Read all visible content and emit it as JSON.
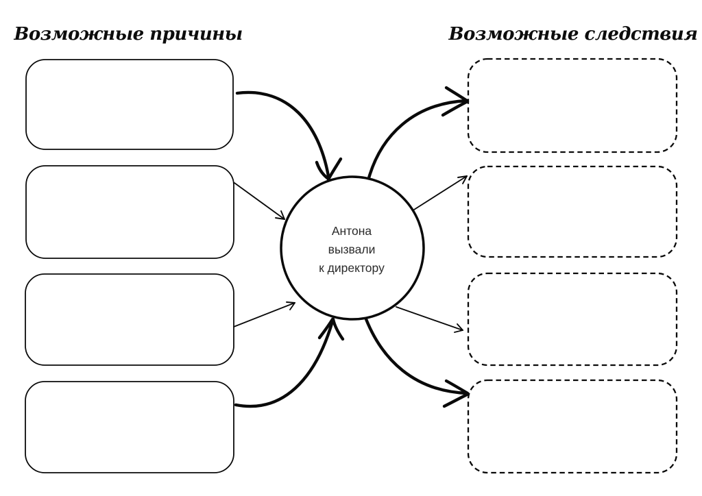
{
  "headers": {
    "left": "Возможные причины",
    "right": "Возможные следствия"
  },
  "center_node": {
    "lines": [
      "Антона",
      "вызвали",
      "к директору"
    ]
  },
  "cause_boxes": [
    {
      "label": ""
    },
    {
      "label": ""
    },
    {
      "label": ""
    },
    {
      "label": ""
    }
  ],
  "effect_boxes": [
    {
      "label": ""
    },
    {
      "label": ""
    },
    {
      "label": ""
    },
    {
      "label": ""
    }
  ],
  "colors": {
    "ink": "#0a0a0a",
    "center_text": "#2b2b2b",
    "background": "#ffffff"
  }
}
